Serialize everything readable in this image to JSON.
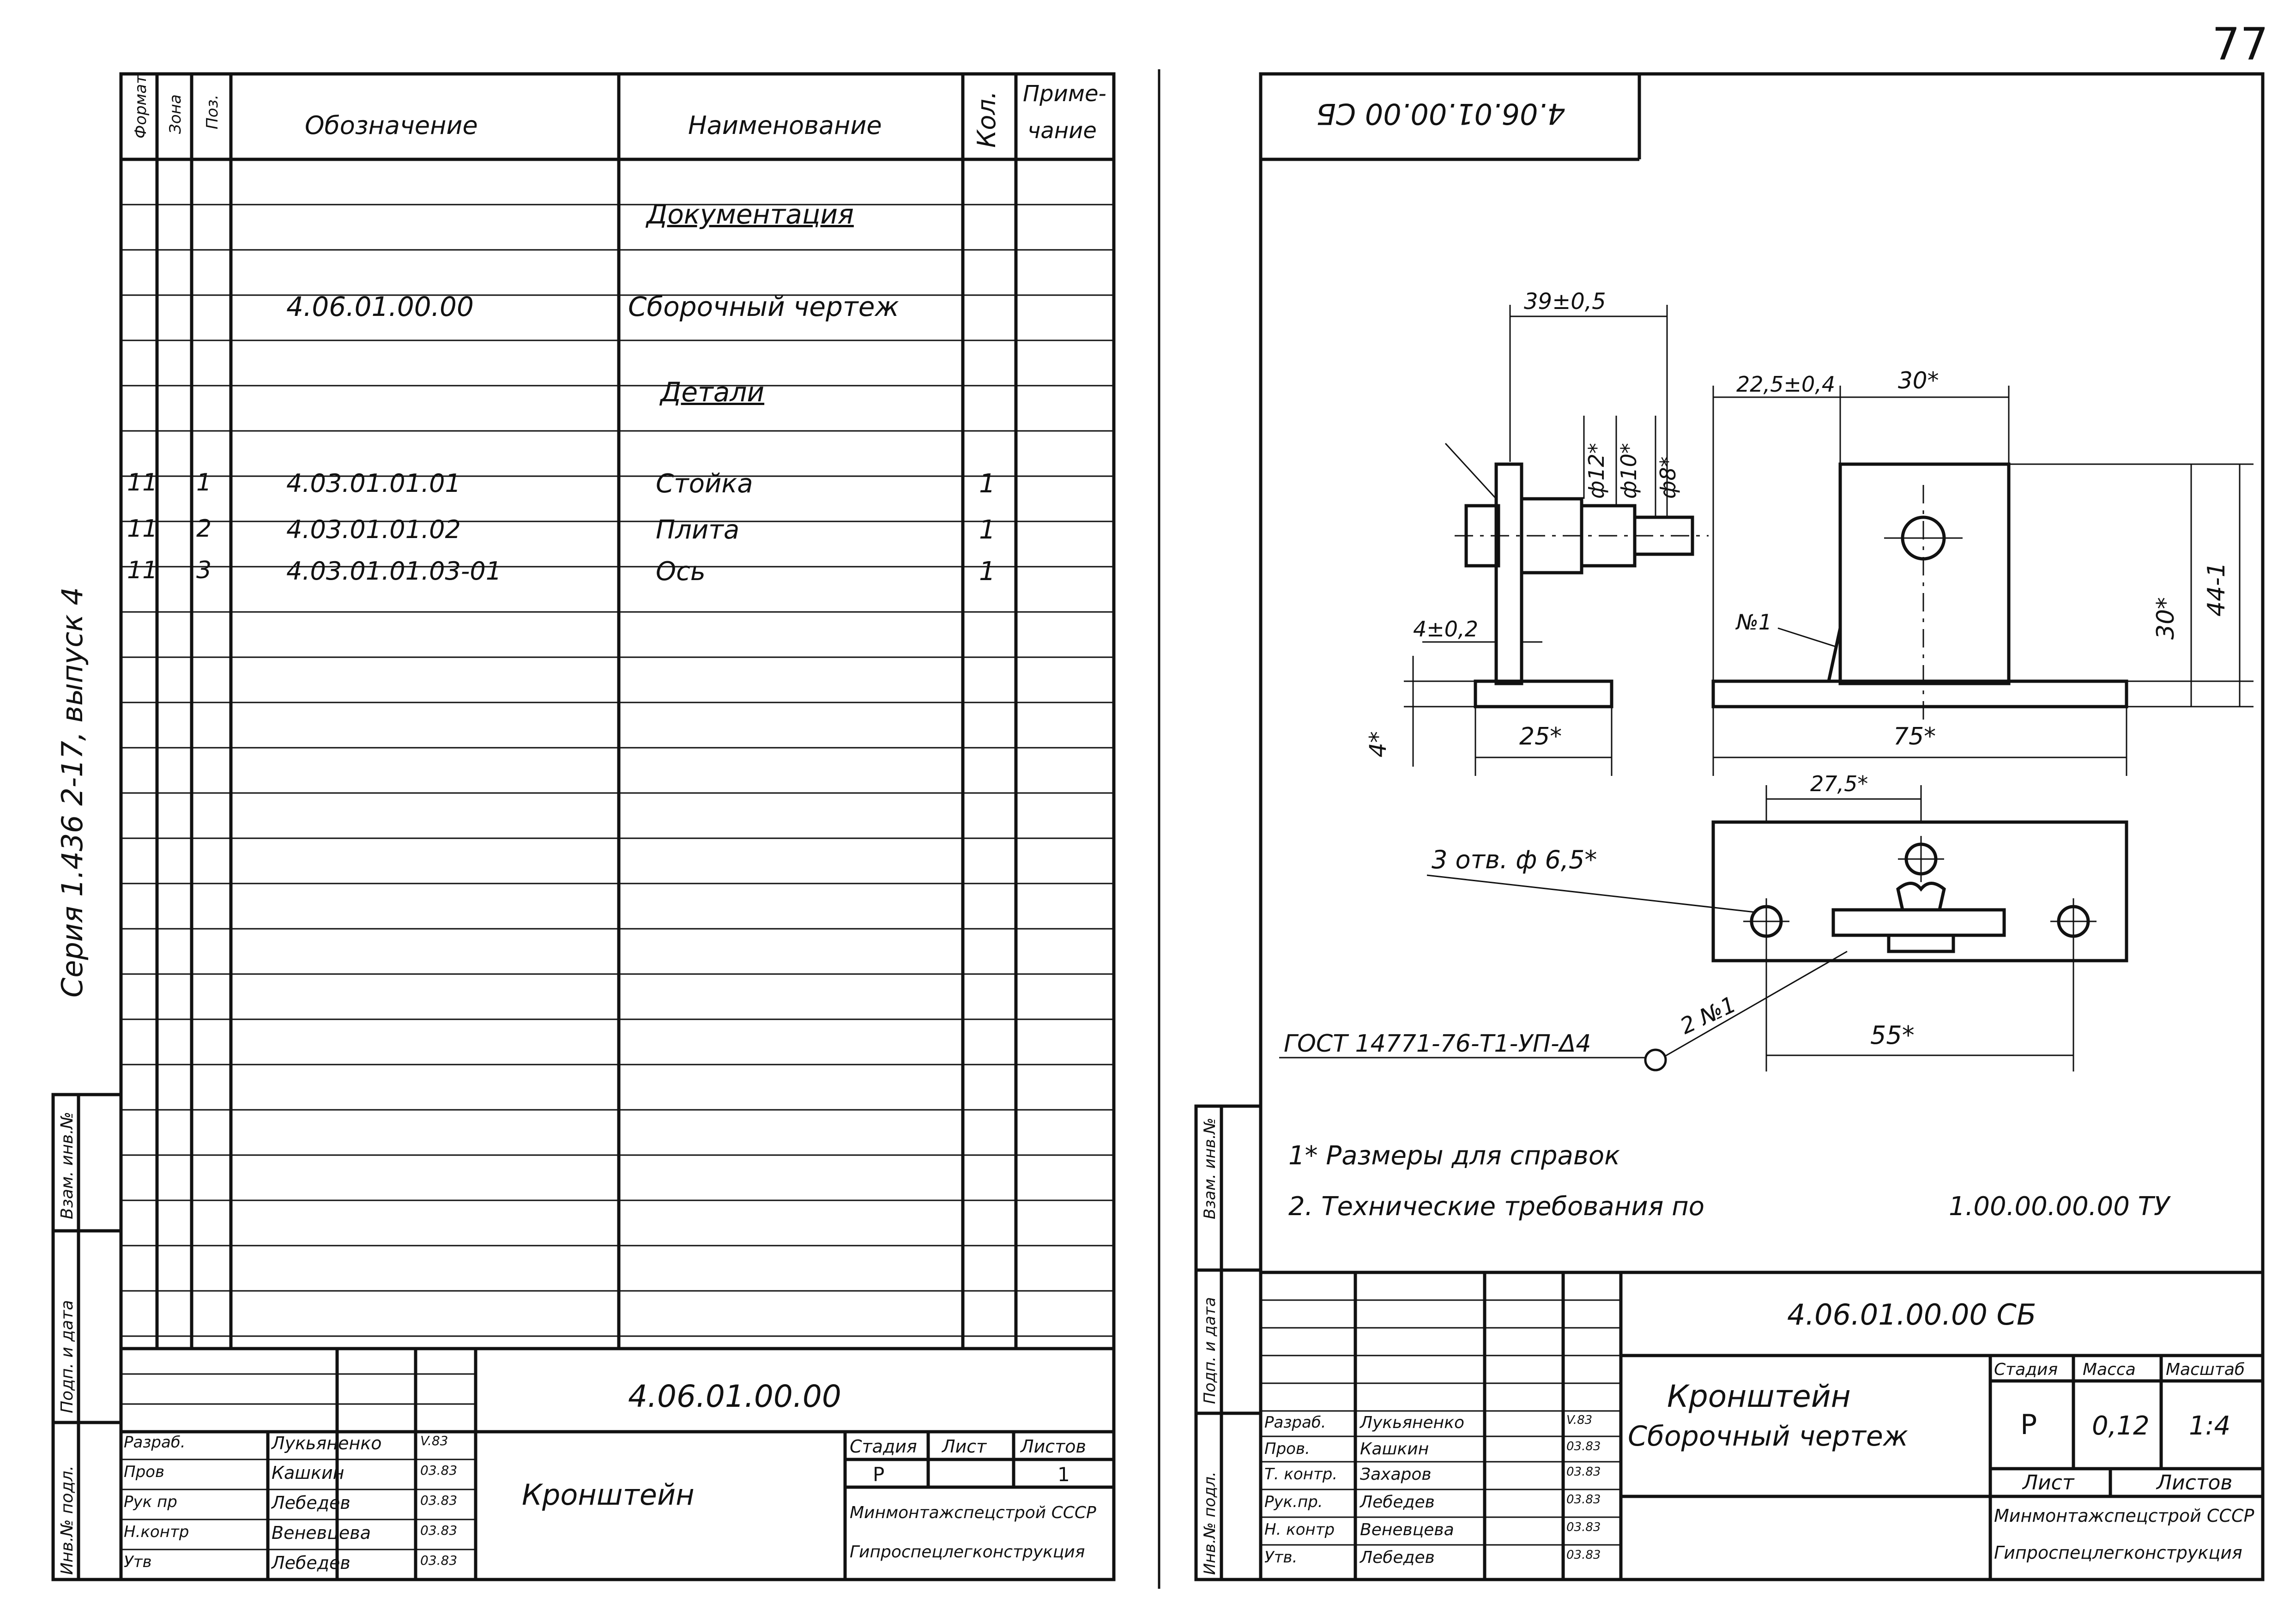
{
  "page_number": "77",
  "side_series": "Серия 1.436 2-17, выпуск 4",
  "spec": {
    "headers": {
      "format": "Формат",
      "zone": "Зона",
      "pos": "Поз.",
      "designation": "Обозначение",
      "name": "Наименование",
      "qty": "Кол.",
      "note_1": "Приме-",
      "note_2": "чание"
    },
    "section_docs": "Документация",
    "doc_row": {
      "designation": "4.06.01.00.00",
      "name": "Сборочный чертеж"
    },
    "section_parts": "Детали",
    "rows": [
      {
        "format": "11",
        "pos": "1",
        "designation": "4.03.01.01.01",
        "name": "Стойка",
        "qty": "1"
      },
      {
        "format": "11",
        "pos": "2",
        "designation": "4.03.01.01.02",
        "name": "Плита",
        "qty": "1"
      },
      {
        "format": "11",
        "pos": "3",
        "designation": "4.03.01.01.03-01",
        "name": "Ось",
        "qty": "1"
      }
    ],
    "margin_labels": [
      "Взам. инв.№",
      "Подп. и дата",
      "Инв.№ подл."
    ],
    "title_block": {
      "code": "4.06.01.00.00",
      "title": "Кронштейн",
      "stage_label": "Стадия",
      "sheet_label": "Лист",
      "sheets_label": "Листов",
      "stage": "Р",
      "sheets": "1",
      "org_1": "Минмонтажспецстрой СССР",
      "org_2": "Гипроспецлегконструкция",
      "staff": [
        {
          "role": "Разраб.",
          "name": "Лукьяненко",
          "date": "V.83"
        },
        {
          "role": "Пров",
          "name": "Кашкин",
          "date": "03.83"
        },
        {
          "role": "Рук пр",
          "name": "Лебедев",
          "date": "03.83"
        },
        {
          "role": "Н.контр",
          "name": "Веневцева",
          "date": "03.83"
        },
        {
          "role": "Утв",
          "name": "Лебедев",
          "date": "03.83"
        }
      ]
    }
  },
  "drawing": {
    "stamp_code": "4.06.01.00.00 СБ",
    "dims": {
      "d39": "39±0,5",
      "d22": "22,5±0,4",
      "d30top": "30*",
      "dia12": "ф12*",
      "dia10": "ф10*",
      "dia8": "ф8*",
      "d4tol": "4±0,2",
      "d4": "4*",
      "d25": "25*",
      "d75": "75*",
      "d30side": "30*",
      "d44": "44-1",
      "weld1": "№1",
      "d27": "27,5*",
      "holes": "3 отв. ф 6,5*",
      "d55": "55*",
      "weld2": "2 №1",
      "gost": "ГОСТ 14771-76-Т1-УП-Δ4"
    },
    "notes": [
      "1* Размеры для справок",
      "2. Технические требования по"
    ],
    "tu": "1.00.00.00.00 ТУ",
    "margin_labels": [
      "Взам. инв.№",
      "Подп. и дата",
      "Инв.№ подл."
    ],
    "title_block": {
      "code": "4.06.01.00.00 СБ",
      "title": "Кронштейн",
      "subtitle": "Сборочный чертеж",
      "stage_label": "Стадия",
      "mass_label": "Масса",
      "scale_label": "Масштаб",
      "stage": "Р",
      "mass": "0,12",
      "scale": "1:4",
      "sheet_label": "Лист",
      "sheets_label": "Листов",
      "org_1": "Минмонтажспецстрой СССР",
      "org_2": "Гипроспецлегконструкция",
      "staff": [
        {
          "role": "Разраб.",
          "name": "Лукьяненко",
          "date": "V.83"
        },
        {
          "role": "Пров.",
          "name": "Кашкин",
          "date": "03.83"
        },
        {
          "role": "Т. контр.",
          "name": "Захаров",
          "date": "03.83"
        },
        {
          "role": "Рук.пр.",
          "name": "Лебедев",
          "date": "03.83"
        },
        {
          "role": "Н. контр",
          "name": "Веневцева",
          "date": "03.83"
        },
        {
          "role": "Утв.",
          "name": "Лебедев",
          "date": "03.83"
        }
      ]
    }
  }
}
